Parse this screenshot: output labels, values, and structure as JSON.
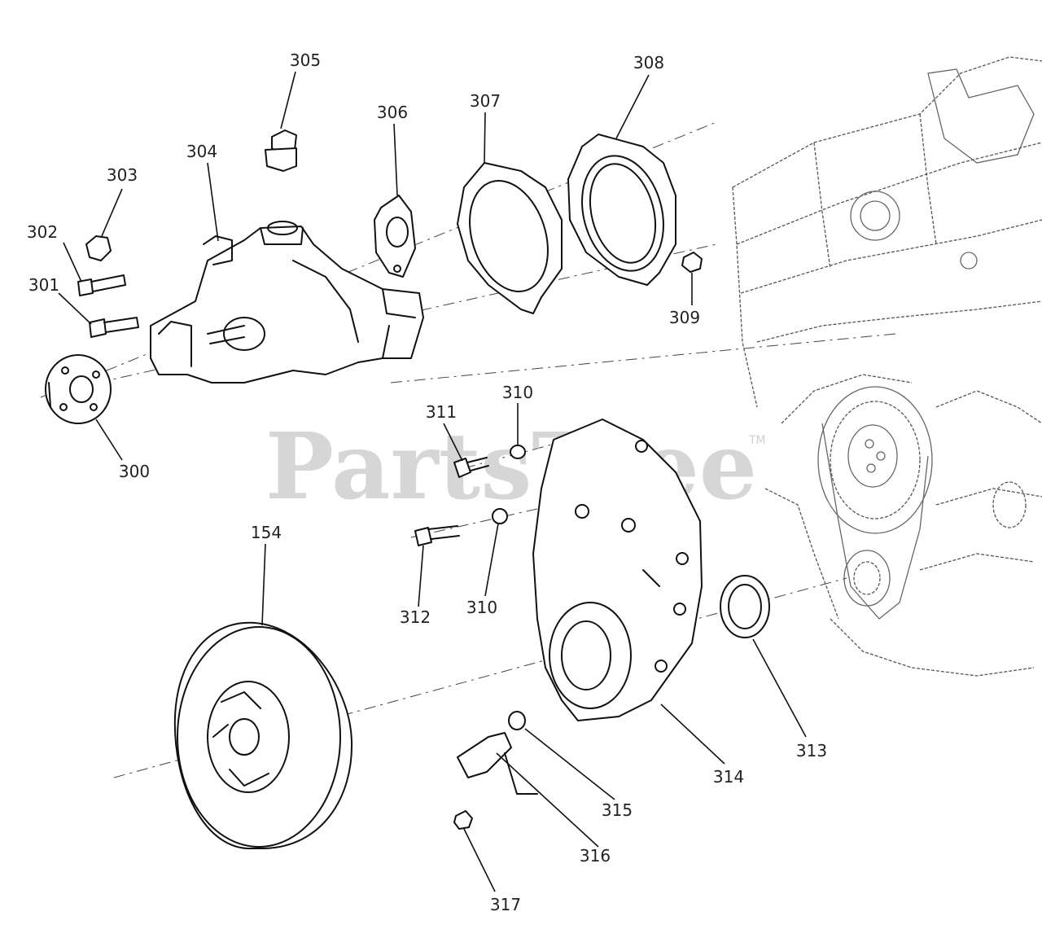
{
  "watermark": "PartsTree",
  "watermark_tm": "TM",
  "parts": [
    {
      "id": "p300",
      "label": "300"
    },
    {
      "id": "p301",
      "label": "301"
    },
    {
      "id": "p302",
      "label": "302"
    },
    {
      "id": "p303",
      "label": "303"
    },
    {
      "id": "p304",
      "label": "304"
    },
    {
      "id": "p305",
      "label": "305"
    },
    {
      "id": "p306",
      "label": "306"
    },
    {
      "id": "p307",
      "label": "307"
    },
    {
      "id": "p308",
      "label": "308"
    },
    {
      "id": "p309",
      "label": "309"
    },
    {
      "id": "p310a",
      "label": "310"
    },
    {
      "id": "p310b",
      "label": "310"
    },
    {
      "id": "p311",
      "label": "311"
    },
    {
      "id": "p312",
      "label": "312"
    },
    {
      "id": "p313",
      "label": "313"
    },
    {
      "id": "p314",
      "label": "314"
    },
    {
      "id": "p315",
      "label": "315"
    },
    {
      "id": "p316",
      "label": "316"
    },
    {
      "id": "p317",
      "label": "317"
    },
    {
      "id": "p154",
      "label": "154"
    }
  ]
}
